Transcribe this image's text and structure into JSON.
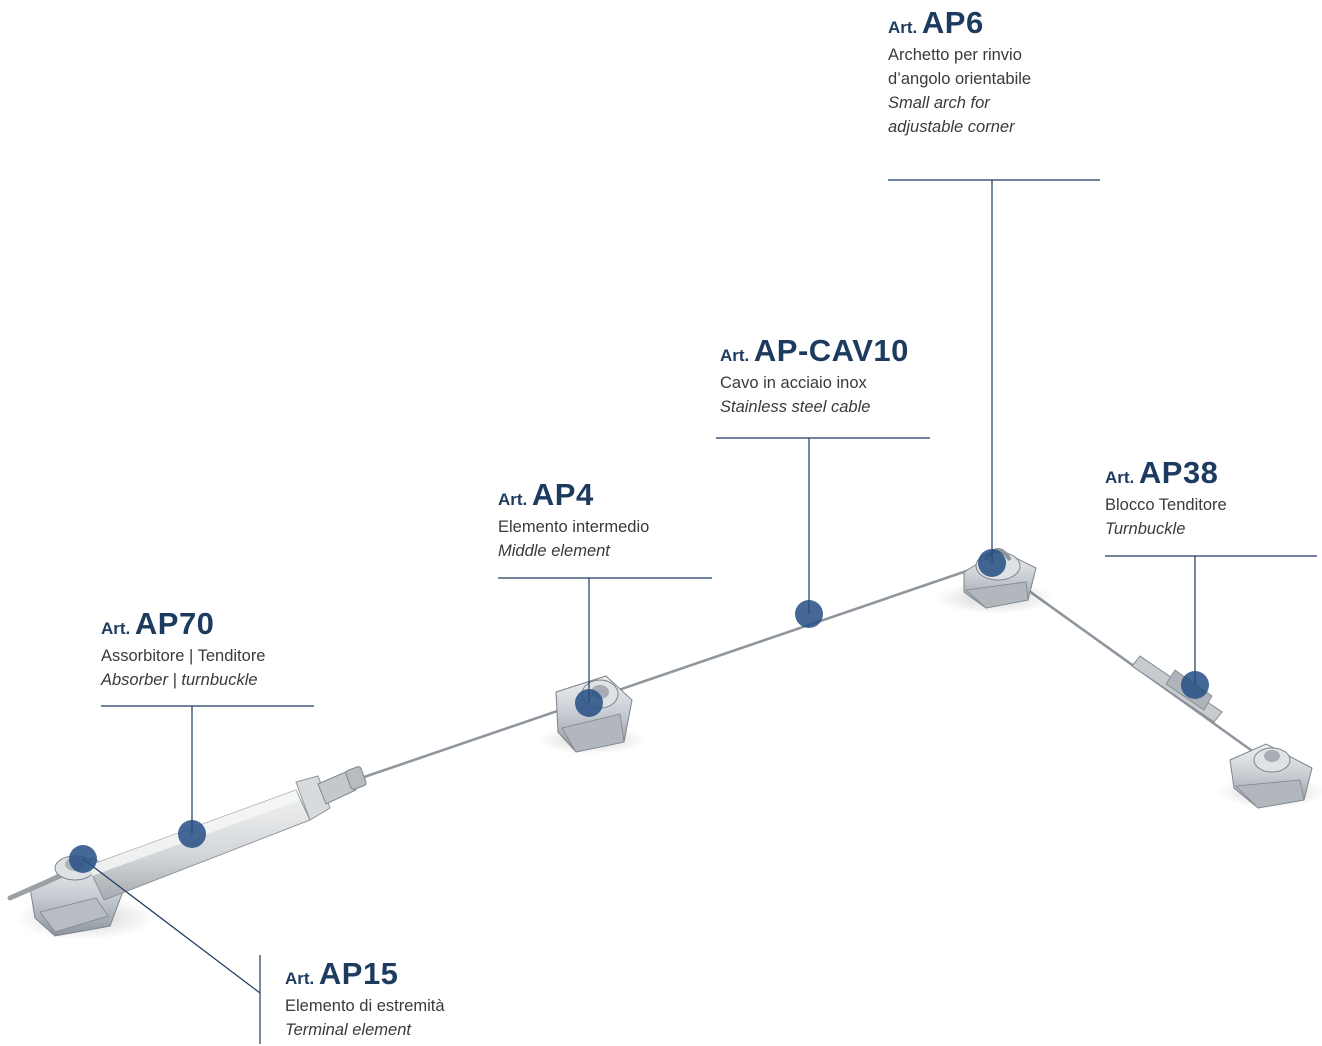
{
  "colors": {
    "accent": "#1d3a5f",
    "marker": "#244e84",
    "metal": "#c9ced4",
    "cable": "#8f969e"
  },
  "items": [
    {
      "id": "ap6",
      "art": "Art.",
      "code": "AP6",
      "lines_it": [
        "Archetto per rinvio",
        "d’angolo orientabile"
      ],
      "lines_en": [
        "Small arch for",
        "adjustable corner"
      ]
    },
    {
      "id": "apcav10",
      "art": "Art.",
      "code": "AP-CAV10",
      "lines_it": [
        "Cavo in acciaio inox"
      ],
      "lines_en": [
        "Stainless steel cable"
      ]
    },
    {
      "id": "ap38",
      "art": "Art.",
      "code": "AP38",
      "lines_it": [
        "Blocco Tenditore"
      ],
      "lines_en": [
        "Turnbuckle"
      ]
    },
    {
      "id": "ap4",
      "art": "Art.",
      "code": "AP4",
      "lines_it": [
        "Elemento intermedio"
      ],
      "lines_en": [
        "Middle element"
      ]
    },
    {
      "id": "ap70",
      "art": "Art.",
      "code": "AP70",
      "lines_it": [
        "Assorbitore | Tenditore"
      ],
      "lines_en": [
        "Absorber | turnbuckle"
      ]
    },
    {
      "id": "ap15",
      "art": "Art.",
      "code": "AP15",
      "lines_it": [
        "Elemento di estremità"
      ],
      "lines_en": [
        "Terminal element"
      ]
    }
  ]
}
